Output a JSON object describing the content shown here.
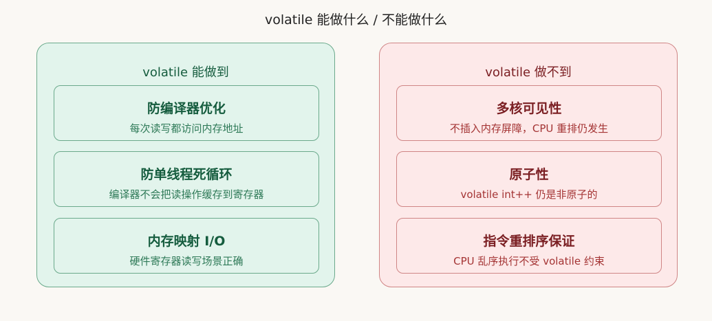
{
  "title": "volatile 能做什么 / 不能做什么",
  "can": {
    "heading": "volatile 能做到",
    "items": [
      {
        "title": "防编译器优化",
        "desc": "每次读写都访问内存地址"
      },
      {
        "title": "防单线程死循环",
        "desc": "编译器不会把读操作缓存到寄存器"
      },
      {
        "title": "内存映射 I/O",
        "desc": "硬件寄存器读写场景正确"
      }
    ]
  },
  "cannot": {
    "heading": "volatile 做不到",
    "items": [
      {
        "title": "多核可见性",
        "desc": "不插入内存屏障，CPU 重排仍发生"
      },
      {
        "title": "原子性",
        "desc": "volatile int++ 仍是非原子的"
      },
      {
        "title": "指令重排序保证",
        "desc": "CPU 乱序执行不受 volatile 约束"
      }
    ]
  }
}
